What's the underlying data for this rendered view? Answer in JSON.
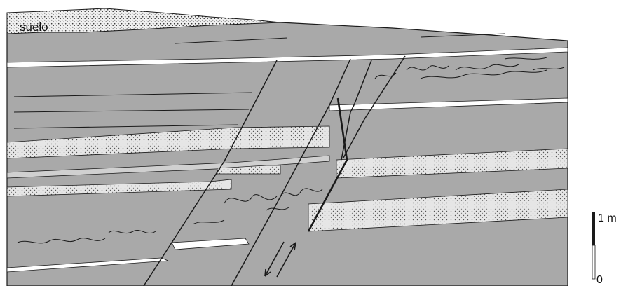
{
  "diagram": {
    "soil_label": "suelo",
    "scale": {
      "top_label": "1 m",
      "bottom_label": "0"
    }
  },
  "colors": {
    "rock": "#a9a9a9",
    "sand": "#e4e4e4",
    "white_bed": "#ffffff",
    "line": "#1a1a1a"
  }
}
